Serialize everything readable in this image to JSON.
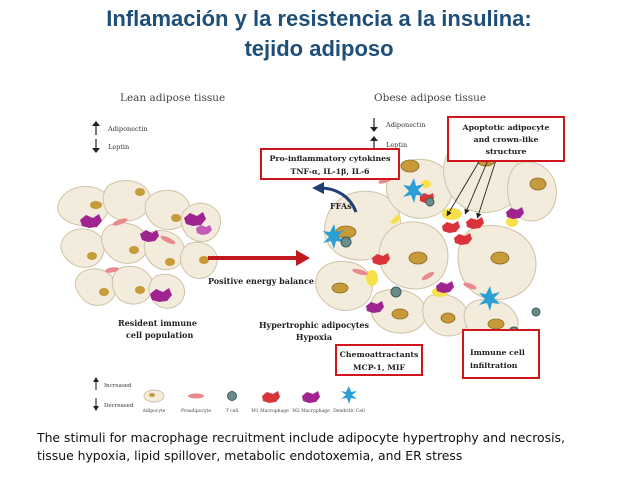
{
  "title": {
    "line1": "Inflamación y la resistencia a la insulina:",
    "line2": "tejido adiposo"
  },
  "figure": {
    "lean_header": "Lean adipose tissue",
    "obese_header": "Obese adipose tissue",
    "lean_adiponectin": "Adiponectin",
    "lean_leptin": "Leptin",
    "obese_adiponectin": "Adiponectin",
    "obese_leptin": "Leptin",
    "proinflammatory_line1": "Pro-inflammatory cytokines",
    "proinflammatory_line2": "TNF-α, IL-1β, IL-6",
    "apoptotic_line1": "Apoptotic adipocyte",
    "apoptotic_line2": "and crown-like",
    "apoptotic_line3": "structure",
    "ffas": "FFAs",
    "positive_energy": "Positive energy balance",
    "resident_line1": "Resident immune",
    "resident_line2": "cell population",
    "hypertrophic_line1": "Hypertrophic adipocytes",
    "hypertrophic_line2": "Hypoxia",
    "chemo_line1": "Chemoattractants",
    "chemo_line2": "MCP-1, MIF",
    "immune_line1": "Immune cell",
    "immune_line2": "infiltration",
    "legend_increased": "Increased",
    "legend_decreased": "Decreased",
    "legend_items": [
      "Adipocyte",
      "Preadipocyte",
      "T cell",
      "M1 Macrophage",
      "M2 Macrophage",
      "Dendritic Cell"
    ]
  },
  "caption": {
    "line1": "The stimuli for macrophage recruitment include adipocyte hypertrophy and necrosis,",
    "line2": "tissue hypoxia, lipid spillover, metabolic endotoxemia, and ER stress"
  },
  "colors": {
    "title": "#1f4e79",
    "adipocyte": "#f3ecdc",
    "nucleus": "#c79a3a",
    "m1_macrophage": "#d9343a",
    "m2_macrophage": "#a0248f",
    "dendritic": "#2a9fd6",
    "tcell": "#6b8c8a",
    "lipid": "#f7e04a",
    "red_box": "#d0161c",
    "arrow": "#1f3f73"
  }
}
